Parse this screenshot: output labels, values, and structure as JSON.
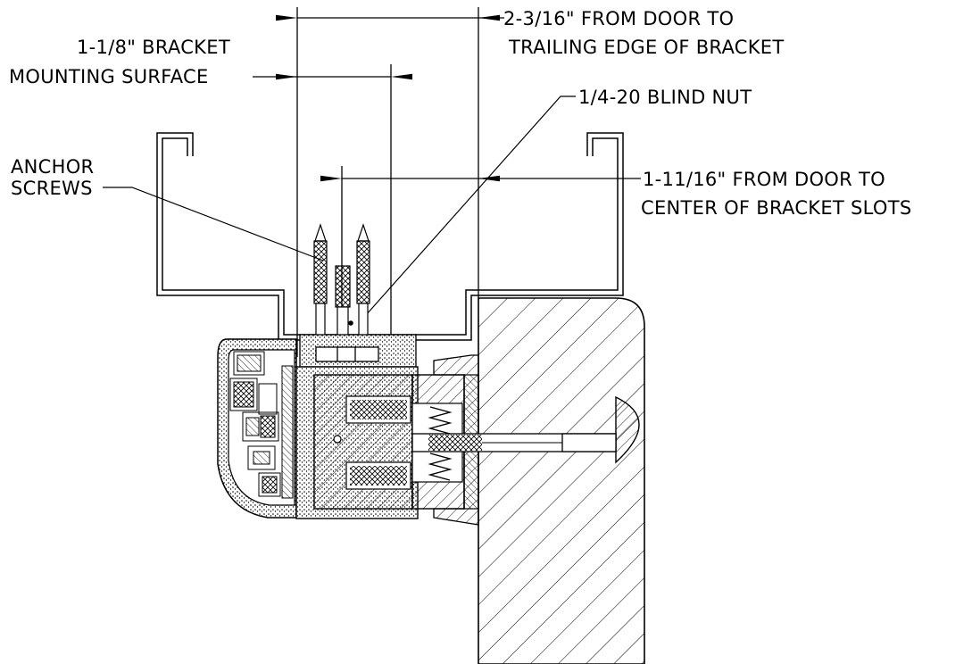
{
  "labels": {
    "dim_trailing_edge": {
      "line1": "2-3/16\" FROM DOOR TO",
      "line2": "TRAILING EDGE OF BRACKET"
    },
    "dim_mounting_surface": {
      "line1": "1-1/8\" BRACKET",
      "line2": "MOUNTING SURFACE"
    },
    "blind_nut": "1/4-20 BLIND NUT",
    "anchor_screws": {
      "line1": "ANCHOR",
      "line2": "SCREWS"
    },
    "dim_slot_center": {
      "line1": "1-11/16\" FROM DOOR TO",
      "line2": "CENTER OF BRACKET SLOTS"
    }
  }
}
